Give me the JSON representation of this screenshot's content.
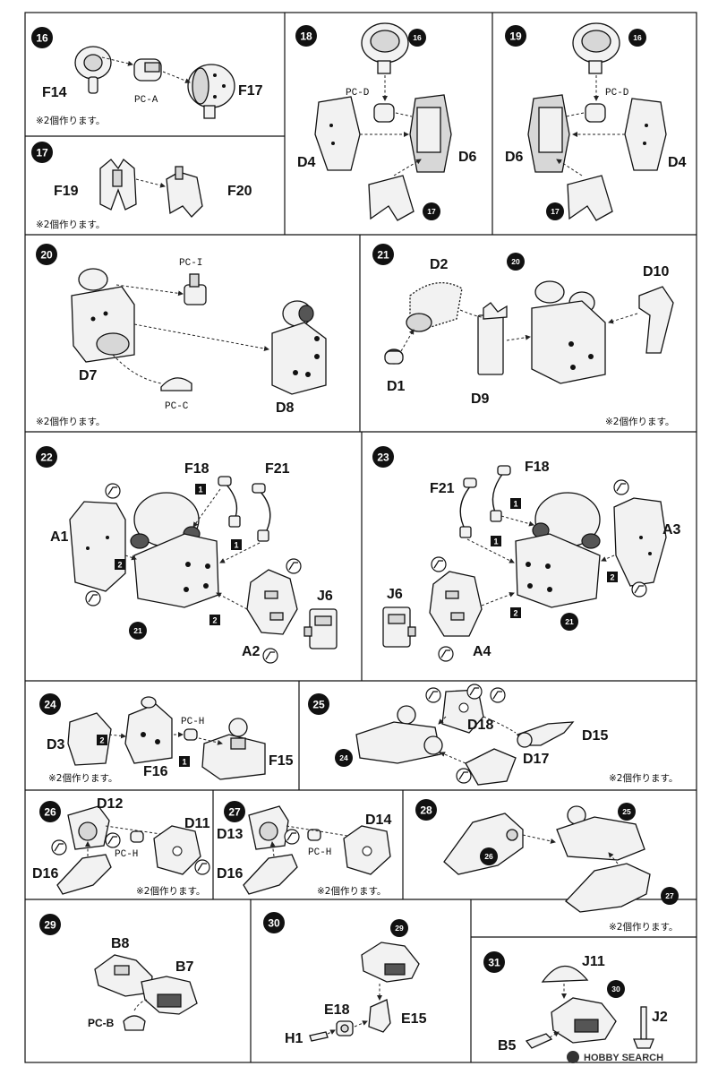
{
  "steps": {
    "s16": {
      "number": "16",
      "parts": [
        "F14",
        "F17"
      ],
      "pc": "PC-A",
      "note": "※2個作ります。"
    },
    "s17": {
      "number": "17",
      "parts": [
        "F19",
        "F20"
      ],
      "note": "※2個作ります。"
    },
    "s18": {
      "number": "18",
      "parts": [
        "D4",
        "D6"
      ],
      "pc": "PC-D",
      "refs": [
        "16",
        "17"
      ]
    },
    "s19": {
      "number": "19",
      "parts": [
        "D6",
        "D4"
      ],
      "pc": "PC-D",
      "refs": [
        "16",
        "17"
      ]
    },
    "s20": {
      "number": "20",
      "parts": [
        "D7",
        "D8"
      ],
      "pcs": [
        "PC-I",
        "PC-C"
      ],
      "note": "※2個作ります。"
    },
    "s21": {
      "number": "21",
      "parts": [
        "D2",
        "D10",
        "D1",
        "D9"
      ],
      "refs": [
        "20"
      ],
      "note": "※2個作ります。"
    },
    "s22": {
      "number": "22",
      "parts": [
        "F18",
        "F21",
        "A1",
        "J6",
        "A2"
      ],
      "refs": [
        "21"
      ],
      "order": [
        "1",
        "2"
      ]
    },
    "s23": {
      "number": "23",
      "parts": [
        "F21",
        "F18",
        "A3",
        "J6",
        "A4"
      ],
      "refs": [
        "21"
      ],
      "order": [
        "1",
        "2"
      ]
    },
    "s24": {
      "number": "24",
      "parts": [
        "D3",
        "F16",
        "F15"
      ],
      "pc": "PC-H",
      "order": [
        "1",
        "2"
      ],
      "note": "※2個作ります。"
    },
    "s25": {
      "number": "25",
      "parts": [
        "D18",
        "D15",
        "D17"
      ],
      "refs": [
        "24"
      ],
      "note": "※2個作ります。"
    },
    "s26": {
      "number": "26",
      "parts": [
        "D12",
        "D11",
        "D16"
      ],
      "pc": "PC-H",
      "note": "※2個作ります。"
    },
    "s27": {
      "number": "27",
      "parts": [
        "D14",
        "D13",
        "D16"
      ],
      "pc": "PC-H",
      "note": "※2個作ります。"
    },
    "s28": {
      "number": "28",
      "refs": [
        "25",
        "26",
        "27"
      ],
      "note": "※2個作ります。"
    },
    "s29": {
      "number": "29",
      "parts": [
        "B8",
        "B7"
      ],
      "pc": "PC-B"
    },
    "s30": {
      "number": "30",
      "parts": [
        "E18",
        "E15",
        "H1"
      ],
      "refs": [
        "29"
      ]
    },
    "s31": {
      "number": "31",
      "parts": [
        "J11",
        "J2",
        "B5"
      ],
      "refs": [
        "30"
      ]
    }
  },
  "watermark": "HOBBY SEARCH",
  "colors": {
    "ink": "#111111",
    "paper": "#ffffff",
    "shade": "#d7d7d7"
  }
}
